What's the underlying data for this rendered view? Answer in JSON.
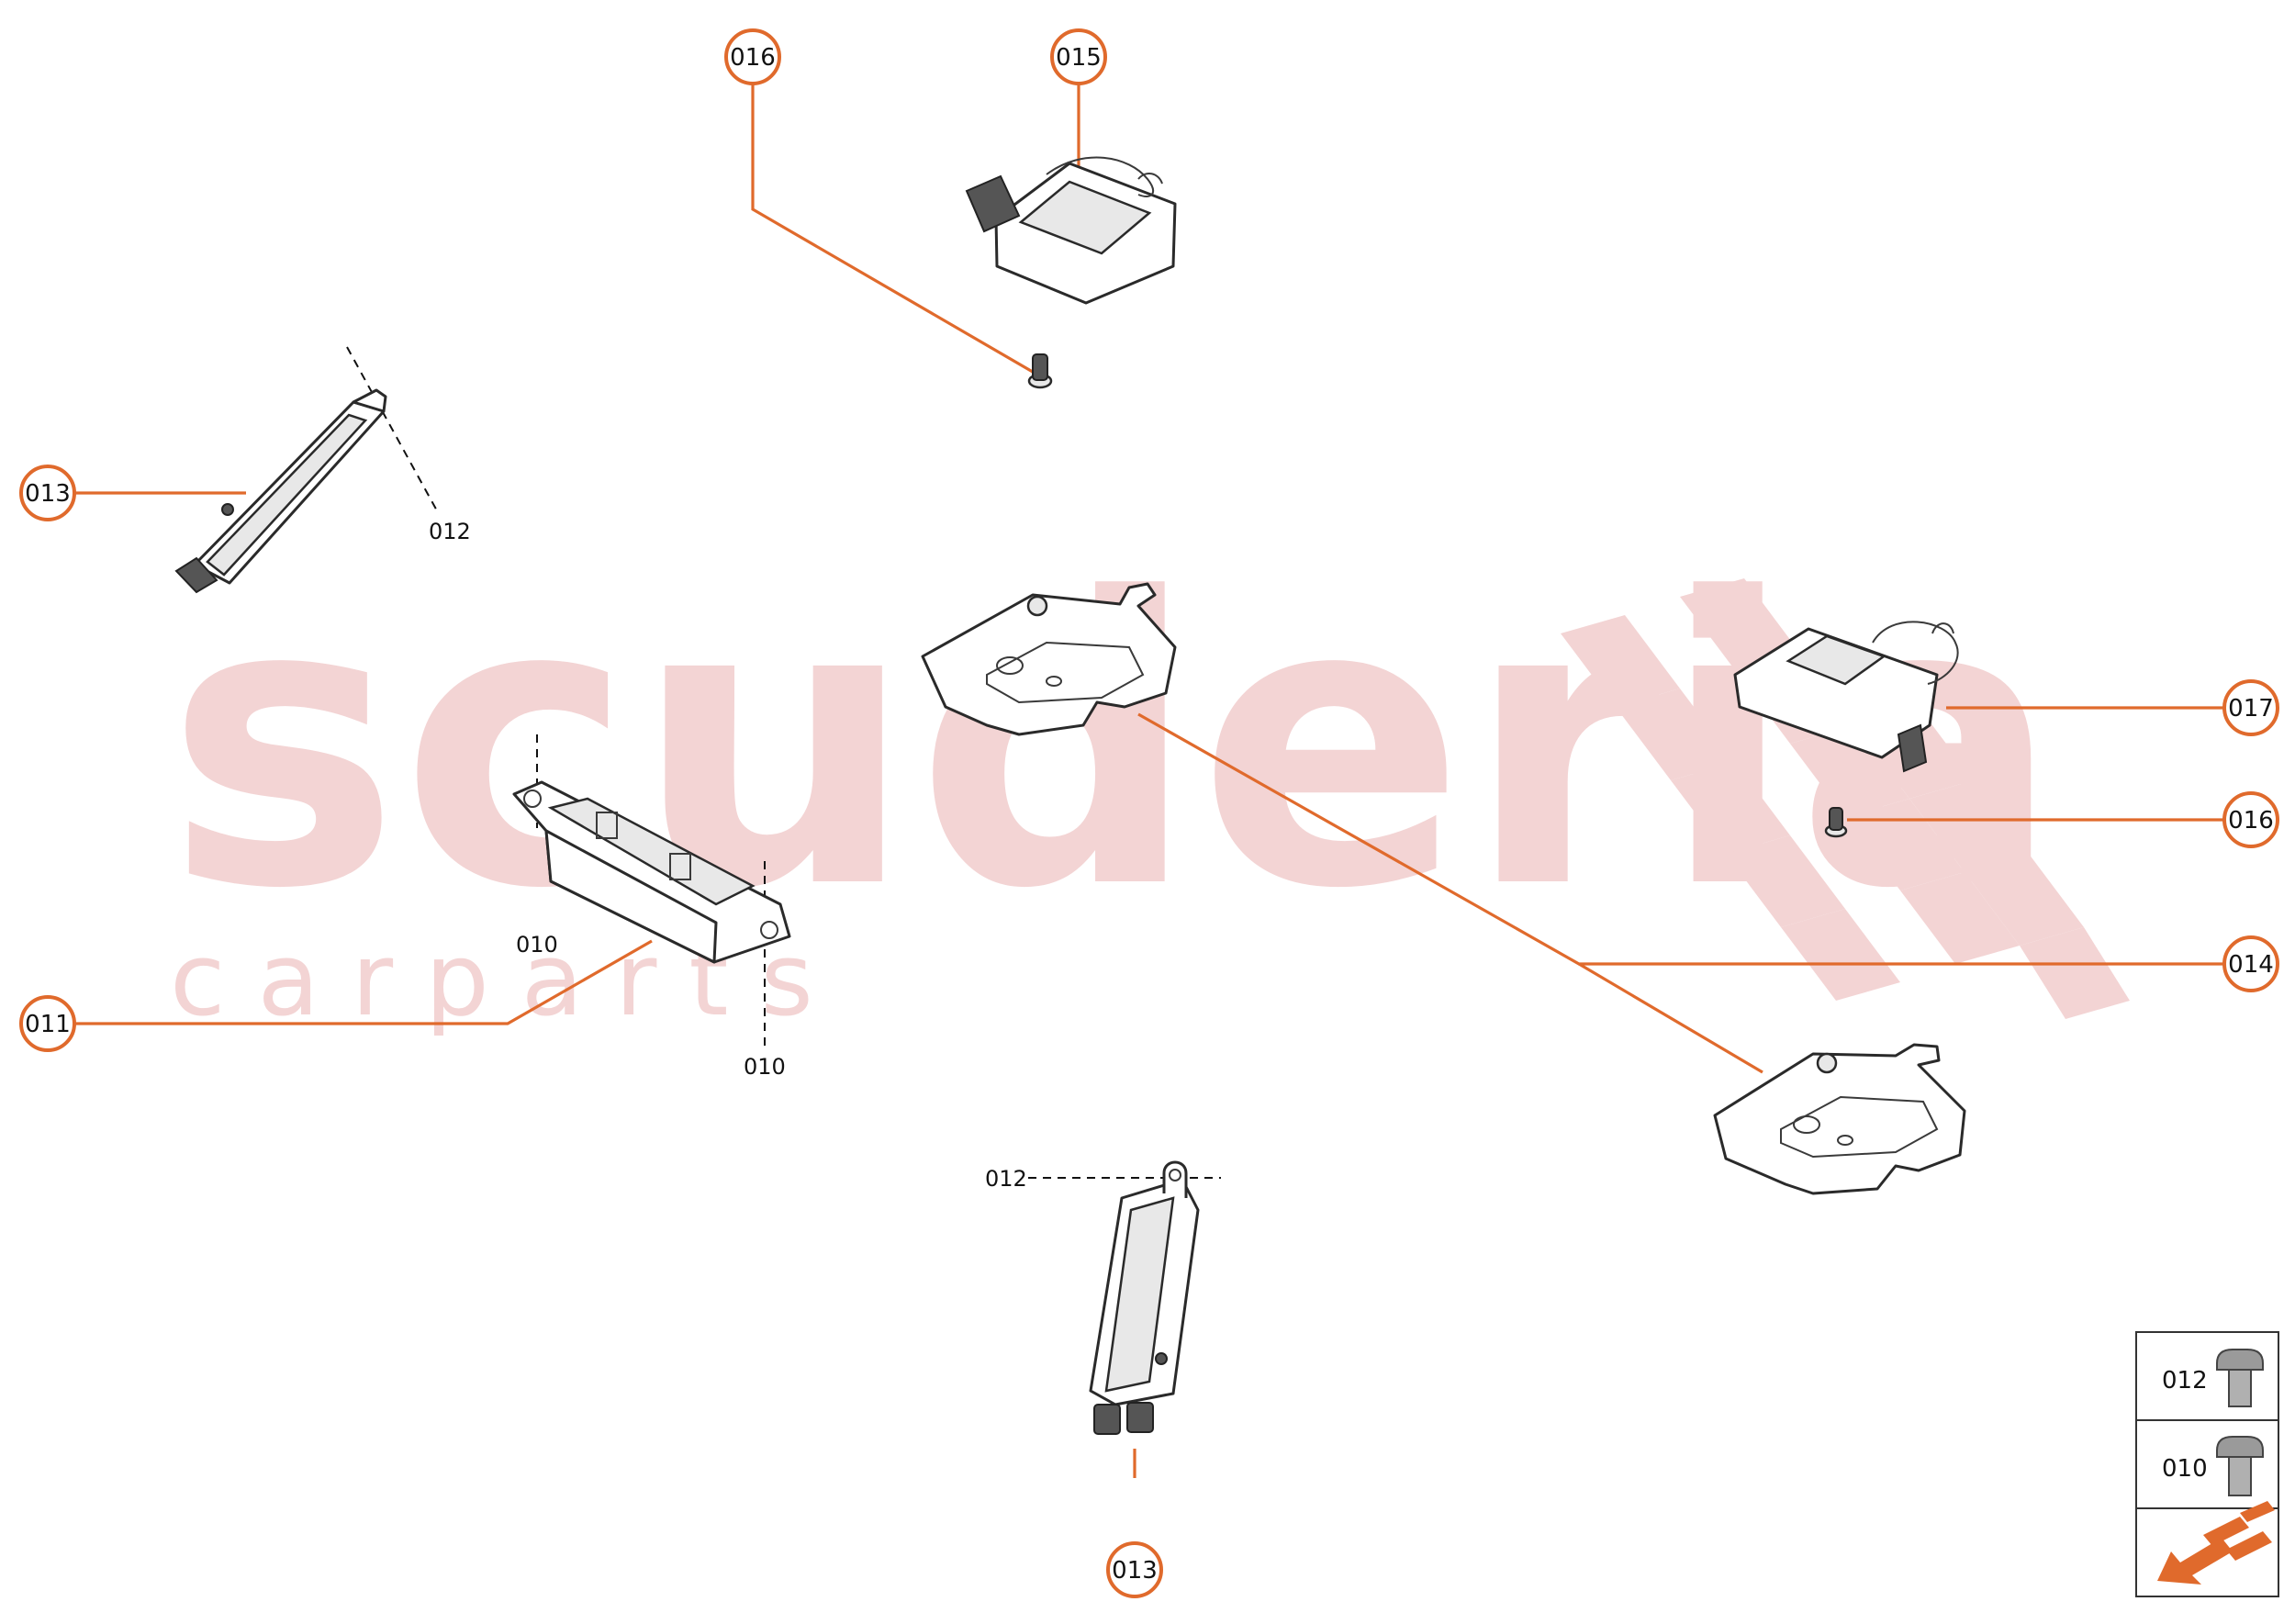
{
  "watermark": {
    "brand": "scuderia",
    "tagline": "c  a  r     p  a  r  t  s",
    "color": "#f3d4d4"
  },
  "callouts": {
    "c016_top": "016",
    "c015": "015",
    "c013_left": "013",
    "c017": "017",
    "c016_right": "016",
    "c014": "014",
    "c011": "011",
    "c013_bottom": "013"
  },
  "refs": {
    "r012_left": "012",
    "r010_a": "010",
    "r010_b": "010",
    "r012_bottom": "012"
  },
  "legend": {
    "row1_label": "012",
    "row2_label": "010",
    "row1_icon": "bolt-icon",
    "row2_icon": "bolt-icon",
    "row3_icon": "direction-arrow-icon"
  },
  "colors": {
    "accent": "#e06a2c",
    "line": "#222222"
  }
}
